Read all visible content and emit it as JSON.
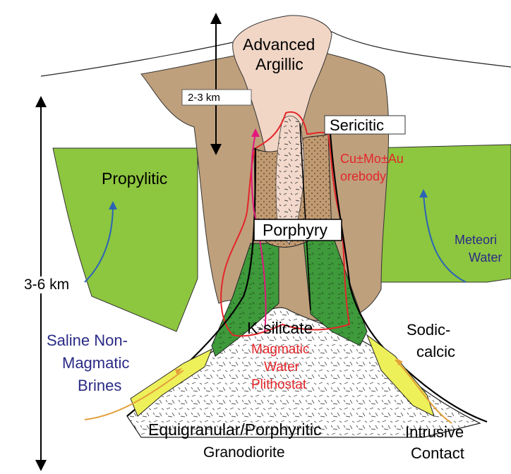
{
  "diagram": {
    "labels": {
      "advanced_argillic_line1": "Advanced",
      "advanced_argillic_line2": "Argillic",
      "depth_2_3": "2-3 km",
      "sericitic": "Sericitic",
      "orebody_line1": "Cu±Mo±Au",
      "orebody_line2": "orebody",
      "propylitic": "Propylitic",
      "porphyry": "Porphyry",
      "meteoric_line1": "Meteori",
      "meteoric_line2": "Water",
      "depth_3_6": "3-6 km",
      "k_silicate": "K-silicate",
      "saline_line1": "Saline Non-",
      "saline_line2": "Magmatic",
      "saline_line3": "Brines",
      "magmatic_line1": "Magmatic",
      "magmatic_line2": "Water",
      "magmatic_line3": "Plithostat",
      "sodic_line1": "Sodic-",
      "sodic_line2": "calcic",
      "equigranular_line1": "Equigranular/Porphyritic",
      "equigranular_line2": "Granodiorite",
      "intrusive_line1": "Intrusive",
      "intrusive_line2": "Contact"
    },
    "colors": {
      "tan": "#bfa07c",
      "pink": "#f1d6c6",
      "green": "#8dc63f",
      "dark_green": "#3e9a3b",
      "yellow": "#eef05a",
      "red": "#e3262a",
      "magenta": "#e2187d",
      "blue": "#2b64b5",
      "orange": "#e2a03a",
      "navy": "#2a2a86"
    }
  }
}
